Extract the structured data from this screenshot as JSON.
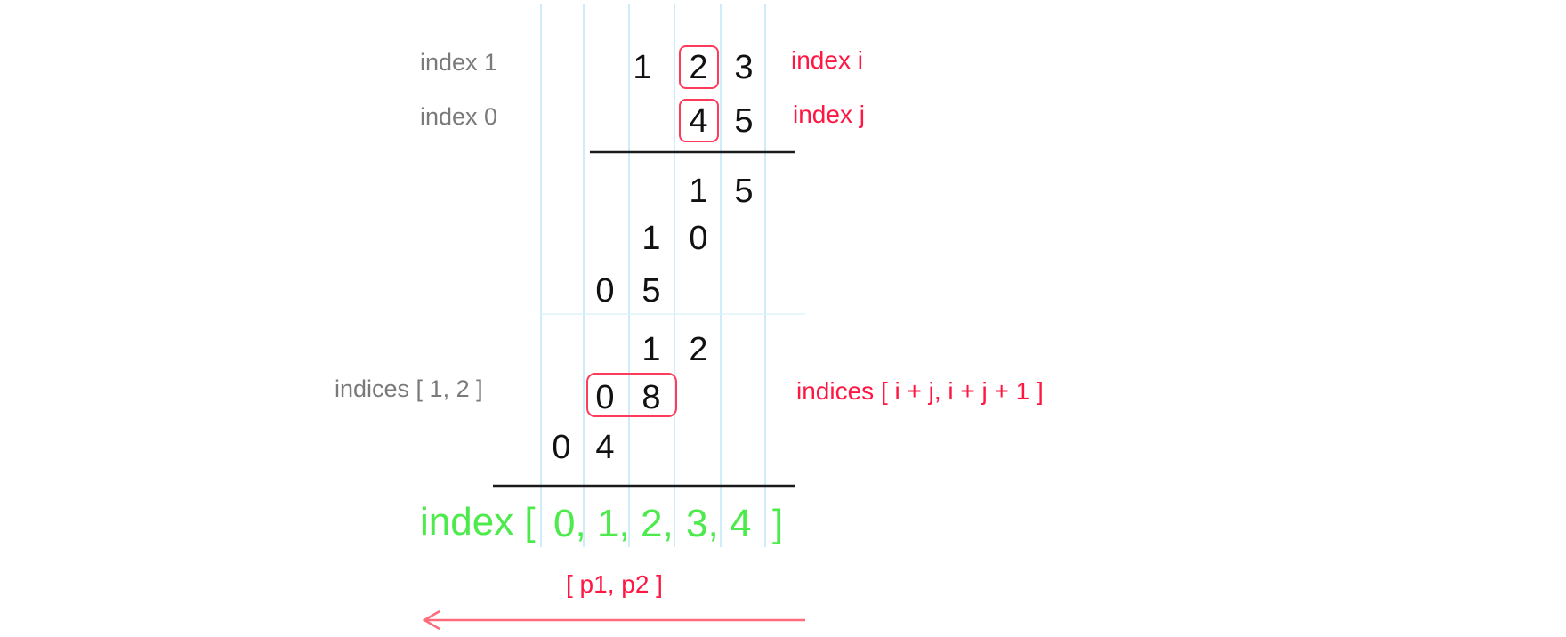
{
  "labels": {
    "index1": "index 1",
    "index0": "index 0",
    "index_i": "index i",
    "index_j": "index j",
    "indices_left": "indices [ 1, 2 ]",
    "indices_right": "indices [ i + j, i + j + 1 ]",
    "p1p2": "[ p1, p2 ]"
  },
  "num1": [
    "1",
    "2",
    "3"
  ],
  "num2": [
    "4",
    "5"
  ],
  "partials": {
    "r1": [
      "1",
      "5"
    ],
    "r2": [
      "1",
      "0"
    ],
    "r3": [
      "0",
      "5"
    ],
    "r4": [
      "1",
      "2"
    ],
    "r5": [
      "0",
      "8"
    ],
    "r6": [
      "0",
      "4"
    ]
  },
  "index_row": {
    "prefix": "index [",
    "cells": [
      "0,",
      "1,",
      "2,",
      "3,",
      "4"
    ],
    "suffix": "]"
  },
  "colors": {
    "guide_line": "#bfe6f7",
    "accent_red": "#ff1744",
    "label_gray": "#7a7a7a",
    "index_green": "#4cea4c"
  }
}
